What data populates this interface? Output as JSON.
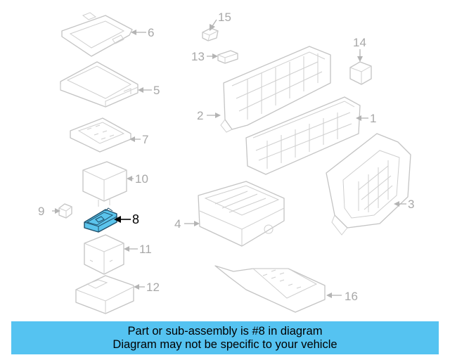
{
  "diagram": {
    "highlight_color": "#5bc4ec",
    "callouts": [
      "1",
      "2",
      "3",
      "4",
      "5",
      "6",
      "7",
      "8",
      "9",
      "10",
      "11",
      "12",
      "13",
      "14",
      "15",
      "16"
    ],
    "highlighted_callout": "8"
  },
  "banner": {
    "line1": "Part or sub-assembly is #8 in diagram",
    "line2": "Diagram may not be specific to your vehicle",
    "background": "#55c3f1"
  }
}
